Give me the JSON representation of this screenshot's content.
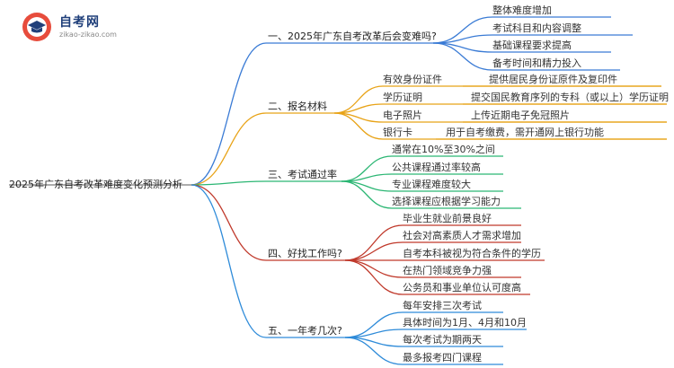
{
  "logo": {
    "name": "自考网",
    "url": "zikao-zikao.com"
  },
  "root": "2025年广东自考改革难度变化预测分析",
  "colors": {
    "b1": "#3a7bd5",
    "b2": "#e8a317",
    "b3": "#2bb673",
    "b4": "#c0392b",
    "b5": "#2e8bd9"
  },
  "branches": [
    {
      "label": "一、2025年广东自考改革后会变难吗?",
      "items": [
        "整体难度增加",
        "考试科目和内容调整",
        "基础课程要求提高",
        "备考时间和精力投入"
      ]
    },
    {
      "label": "二、报名材料",
      "items": [
        {
          "k": "有效身份证件",
          "v": "提供居民身份证原件及复印件"
        },
        {
          "k": "学历证明",
          "v": "提交国民教育序列的专科（或以上）学历证明"
        },
        {
          "k": "电子照片",
          "v": "上传近期电子免冠照片"
        },
        {
          "k": "银行卡",
          "v": "用于自考缴费，需开通网上银行功能"
        }
      ]
    },
    {
      "label": "三、考试通过率",
      "items": [
        "通常在10%至30%之间",
        "公共课程通过率较高",
        "专业课程难度较大",
        "选择课程应根据学习能力"
      ]
    },
    {
      "label": "四、好找工作吗?",
      "items": [
        "毕业生就业前景良好",
        "社会对高素质人才需求增加",
        "自考本科被视为符合条件的学历",
        "在热门领域竞争力强",
        "公务员和事业单位认可度高"
      ]
    },
    {
      "label": "五、一年考几次?",
      "items": [
        "每年安排三次考试",
        "具体时间为1月、4月和10月",
        "每次考试为期两天",
        "最多报考四门课程"
      ]
    }
  ]
}
